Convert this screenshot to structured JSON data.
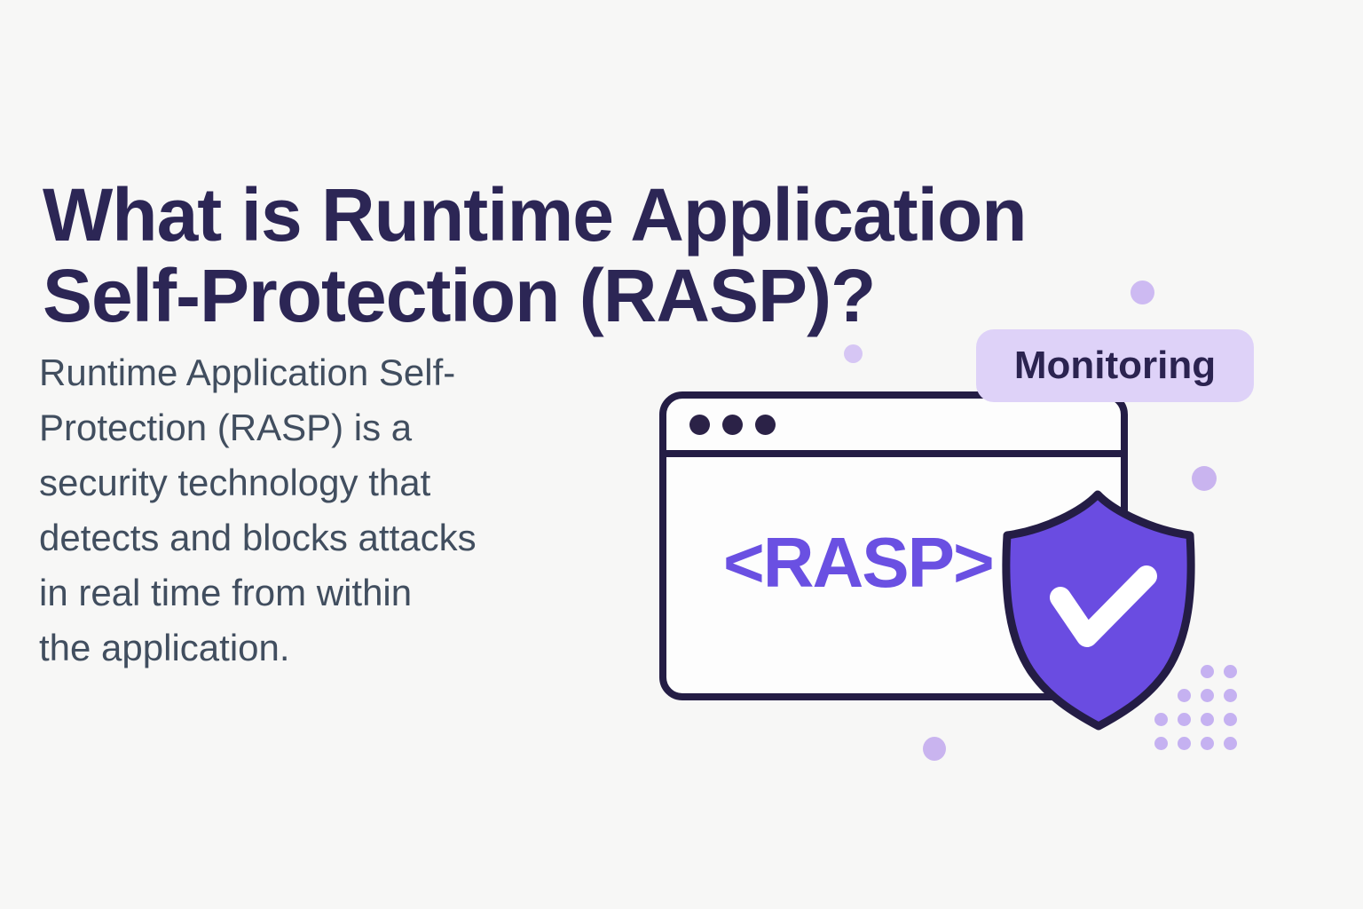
{
  "page": {
    "background_color": "#f7f7f6"
  },
  "heading": {
    "lines": [
      "What is Runtime Application",
      "Self-Protection (RASP)?"
    ],
    "text_color": "#2c2655"
  },
  "paragraph": {
    "lines": [
      "Runtime Application Self-",
      "Protection (RASP) is a",
      "security technology that",
      "detects and blocks attacks",
      "in real time from within",
      "the application."
    ],
    "text_color": "#414e5f"
  },
  "illustration": {
    "badge": {
      "label": "Monitoring",
      "background_color": "#ded2f8",
      "text_color": "#2b2350"
    },
    "browser_window": {
      "code_text": "<RASP>",
      "code_color": "#6a50e2",
      "outline_color": "#241d45",
      "fill_color": "#fdfdfd",
      "traffic_dot_count": 3
    },
    "shield": {
      "fill": "#6a4ce1",
      "outline": "#241d45",
      "check_color": "#ffffff"
    },
    "decor": {
      "small_circle_colors": [
        "#d6c6f4",
        "#cdbaf2",
        "#c9b4ef",
        "#c9b4ef"
      ],
      "grid_dot_color": "#c5b1f1",
      "grid_rows": [
        "..oo",
        ".ooo",
        "oooo",
        "oooo"
      ]
    }
  }
}
